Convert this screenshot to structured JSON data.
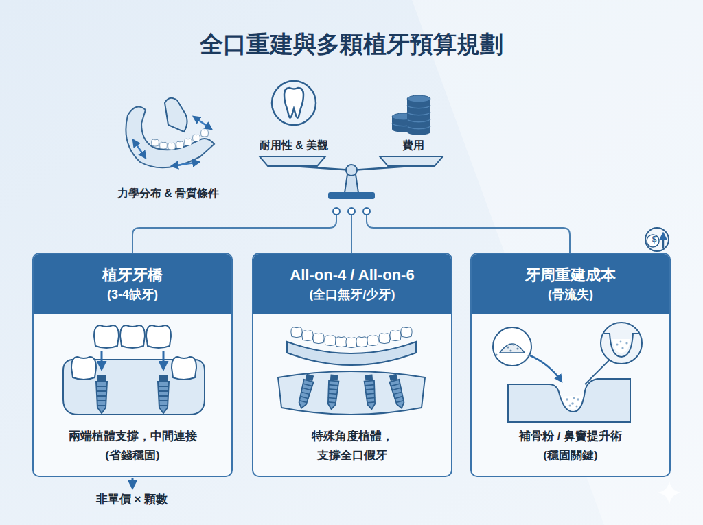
{
  "diagram": {
    "title": "全口重建與多顆植牙預算規劃",
    "nodes": [
      {
        "text": [
          "兩端植體支撐，中間連接",
          "(省錢穩固)"
        ]
      },
      {
        "text": [
          "植牙牙橋",
          "(3-4缺牙)"
        ],
        "in": 0
      },
      {
        "text": [
          "特殊角度植體，",
          "支撐全口假牙"
        ]
      },
      {
        "text": [
          "All-on-4 / All-on-6",
          "(全口無牙/少牙)"
        ],
        "in": 2
      },
      {
        "text": [
          "補骨粉 / 鼻竇提升術",
          "(穩固關鍵)"
        ]
      },
      {
        "text": [
          "牙周重建成本",
          "(骨流失)"
        ],
        "in": 4
      },
      {
        "text": [
          "$"
        ]
      }
    ],
    "labels": [
      "力學分布 & 骨質條件",
      "耐用性 & 美觀",
      "費用",
      "非單價 × 顆數"
    ]
  }
}
